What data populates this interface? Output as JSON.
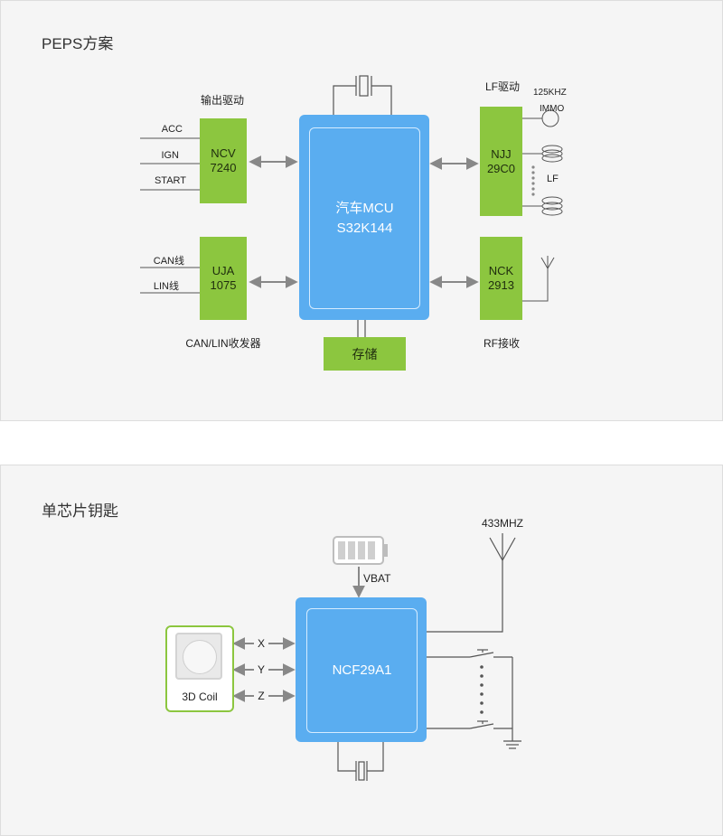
{
  "panels": {
    "peps": {
      "title": "PEPS方案",
      "drive_title": "输出驱动",
      "drive_signals": [
        "ACC",
        "IGN",
        "START"
      ],
      "ncv": {
        "line1": "NCV",
        "line2": "7240"
      },
      "can_signals": [
        "CAN线",
        "LIN线"
      ],
      "uja": {
        "line1": "UJA",
        "line2": "1075"
      },
      "can_title": "CAN/LIN收发器",
      "mcu": {
        "line1": "汽车MCU",
        "line2": "S32K144"
      },
      "storage": "存储",
      "lf_title": "LF驱动",
      "njj": {
        "line1": "NJJ",
        "line2": "29C0"
      },
      "freq": "125KHZ",
      "immo": "IMMO",
      "lf": "LF",
      "nck": {
        "line1": "NCK",
        "line2": "2913"
      },
      "rf_title": "RF接收"
    },
    "key": {
      "title": "单芯片钥匙",
      "antenna": "433MHZ",
      "vbat": "VBAT",
      "chip": "NCF29A1",
      "coil": "3D Coil",
      "axes": [
        "X",
        "Y",
        "Z"
      ]
    }
  },
  "colors": {
    "green": "#8cc63f",
    "blue": "#5aadf0",
    "line": "#555555",
    "arrow": "#888888"
  }
}
